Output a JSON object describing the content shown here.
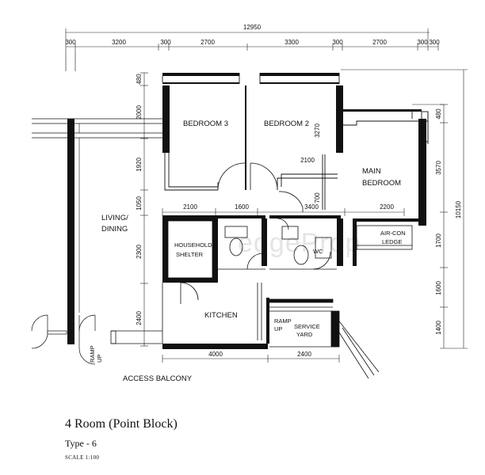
{
  "plan": {
    "watermark": "edgeProp",
    "rooms": {
      "bedroom3": "BEDROOM 3",
      "bedroom2": "BEDROOM 2",
      "main_bedroom_1": "MAIN",
      "main_bedroom_2": "BEDROOM",
      "living_1": "LIVING/",
      "living_2": "DINING",
      "household_1": "HOUSEHOLD",
      "household_2": "SHELTER",
      "kitchen": "KITCHEN",
      "service_yard_1": "SERVICE",
      "service_yard_2": "YARD",
      "air_con_1": "AIR-CON",
      "air_con_2": "LEDGE",
      "wc": "WC",
      "access_balcony": "ACCESS BALCONY",
      "ramp_up_1": "RAMP",
      "ramp_up_2": "UP",
      "ramp_up_left_1": "RAMP",
      "ramp_up_left_2": "UP"
    },
    "dimensions": {
      "top_total": "12950",
      "top_segments": [
        "300",
        "3200",
        "300",
        "2700",
        "3300",
        "300",
        "2700",
        "300",
        "300"
      ],
      "left_segments": [
        "480",
        "2000",
        "1920",
        "1050",
        "2300",
        "2400"
      ],
      "right_total": "10150",
      "right_segments": [
        "480",
        "3570",
        "1700",
        "1600",
        "1400"
      ],
      "bedroom2_height": "3270",
      "bedroom2_inner_width": "2100",
      "inner_700": "700",
      "mid_row": [
        "2100",
        "1600",
        "3400",
        "2200"
      ],
      "bottom_row": [
        "4000",
        "2400"
      ]
    }
  },
  "caption": {
    "title": "4 Room (Point Block)",
    "type": "Type - 6",
    "scale": "SCALE 1:100"
  }
}
